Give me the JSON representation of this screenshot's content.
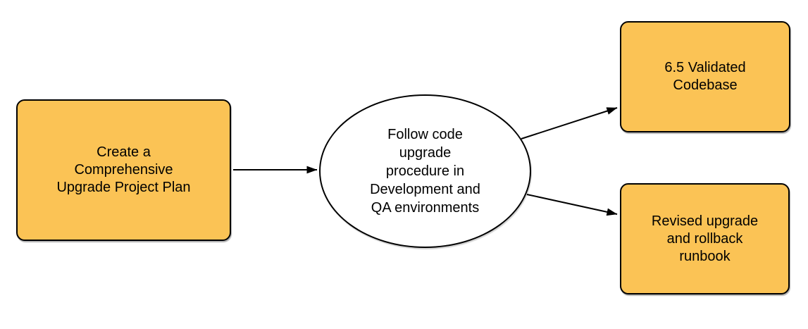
{
  "diagram": {
    "type": "flowchart",
    "background": "#FFFFFF",
    "colors": {
      "node_fill": "#FBC355",
      "node_border": "#000000",
      "process_fill": "#FFFFFF",
      "connector": "#000000",
      "text": "#000000"
    },
    "nodes": [
      {
        "id": "plan",
        "shape": "rounded-rectangle",
        "label": "Create a\nComprehensive\nUpgrade Project Plan"
      },
      {
        "id": "process",
        "shape": "ellipse",
        "label": "Follow code\nupgrade\nprocedure in\nDevelopment and\nQA environments"
      },
      {
        "id": "codebase",
        "shape": "rounded-rectangle",
        "label": "6.5 Validated\nCodebase"
      },
      {
        "id": "runbook",
        "shape": "rounded-rectangle",
        "label": "Revised upgrade\nand rollback\nrunbook"
      }
    ],
    "edges": [
      {
        "from": "plan",
        "to": "process"
      },
      {
        "from": "process",
        "to": "codebase"
      },
      {
        "from": "process",
        "to": "runbook"
      }
    ]
  }
}
